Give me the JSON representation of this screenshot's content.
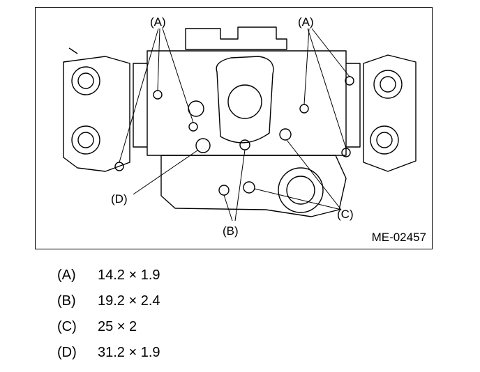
{
  "figure": {
    "code": "ME-02457",
    "callouts": {
      "a_left": "(A)",
      "a_right": "(A)",
      "b": "(B)",
      "c": "(C)",
      "d": "(D)"
    }
  },
  "legend": [
    {
      "key": "(A)",
      "value": "14.2 × 1.9"
    },
    {
      "key": "(B)",
      "value": "19.2 × 2.4"
    },
    {
      "key": "(C)",
      "value": "25 × 2"
    },
    {
      "key": "(D)",
      "value": "31.2 × 1.9"
    }
  ]
}
